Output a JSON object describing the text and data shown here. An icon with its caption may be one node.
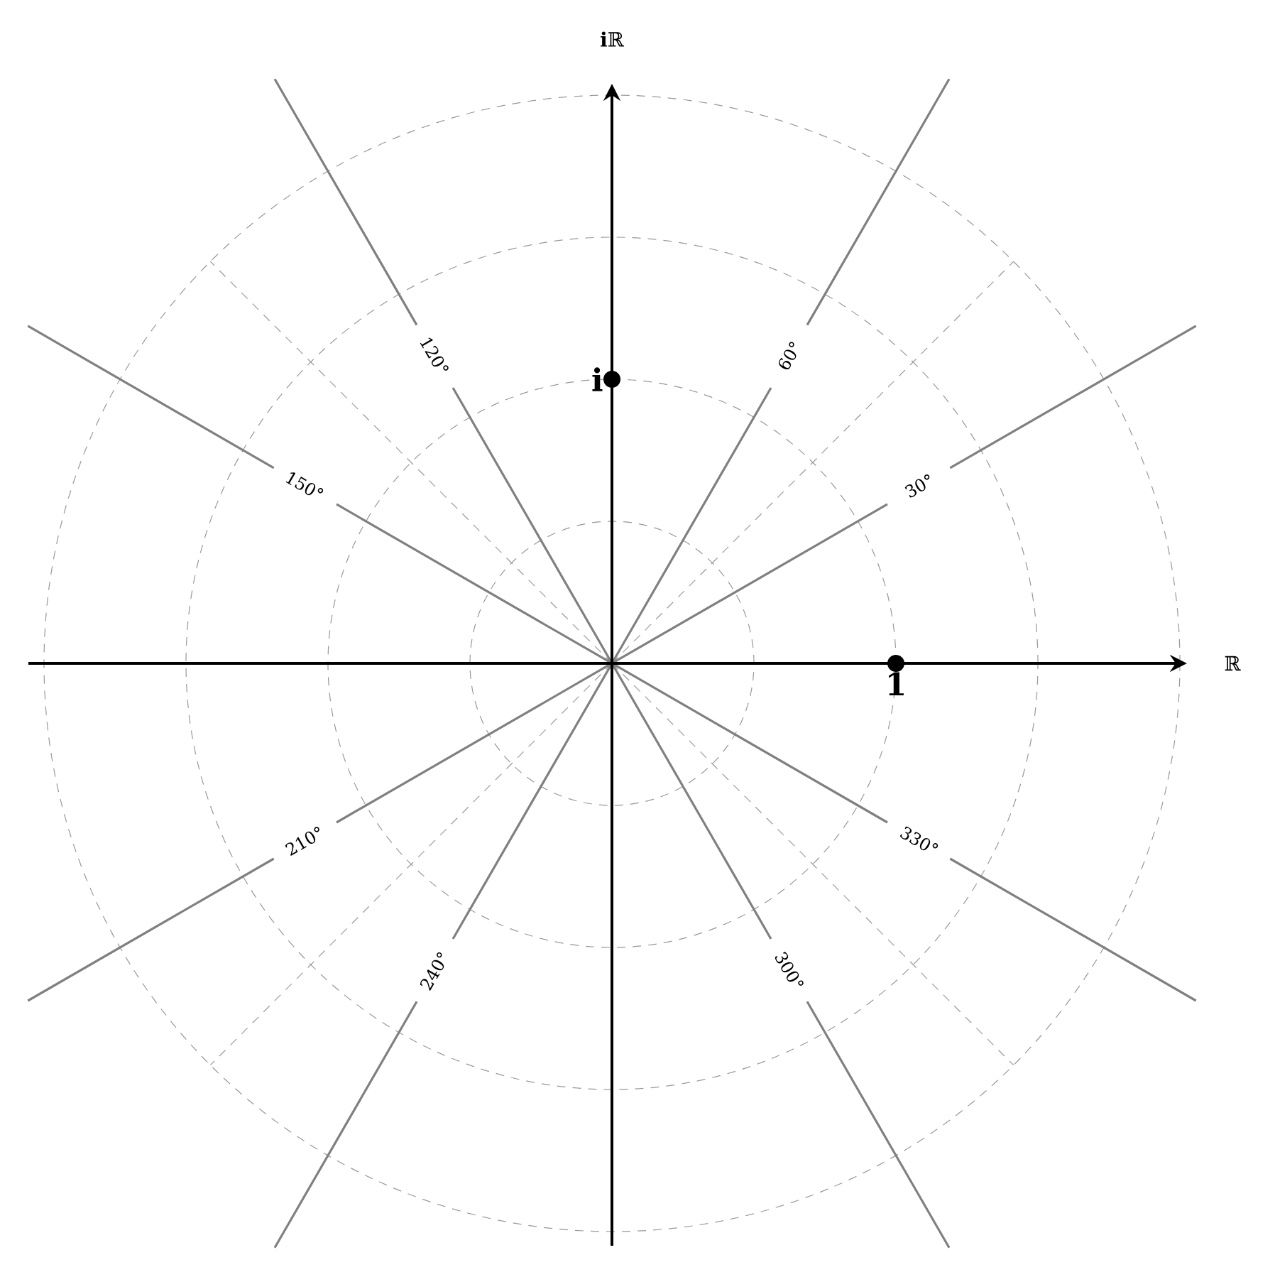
{
  "diagram": {
    "labels": [
      "**i**ℝ",
      "120°",
      "60°",
      "i",
      "150°",
      "30°",
      "ℝ",
      "1",
      "210°",
      "330°",
      "240°",
      "300°"
    ]
  }
}
